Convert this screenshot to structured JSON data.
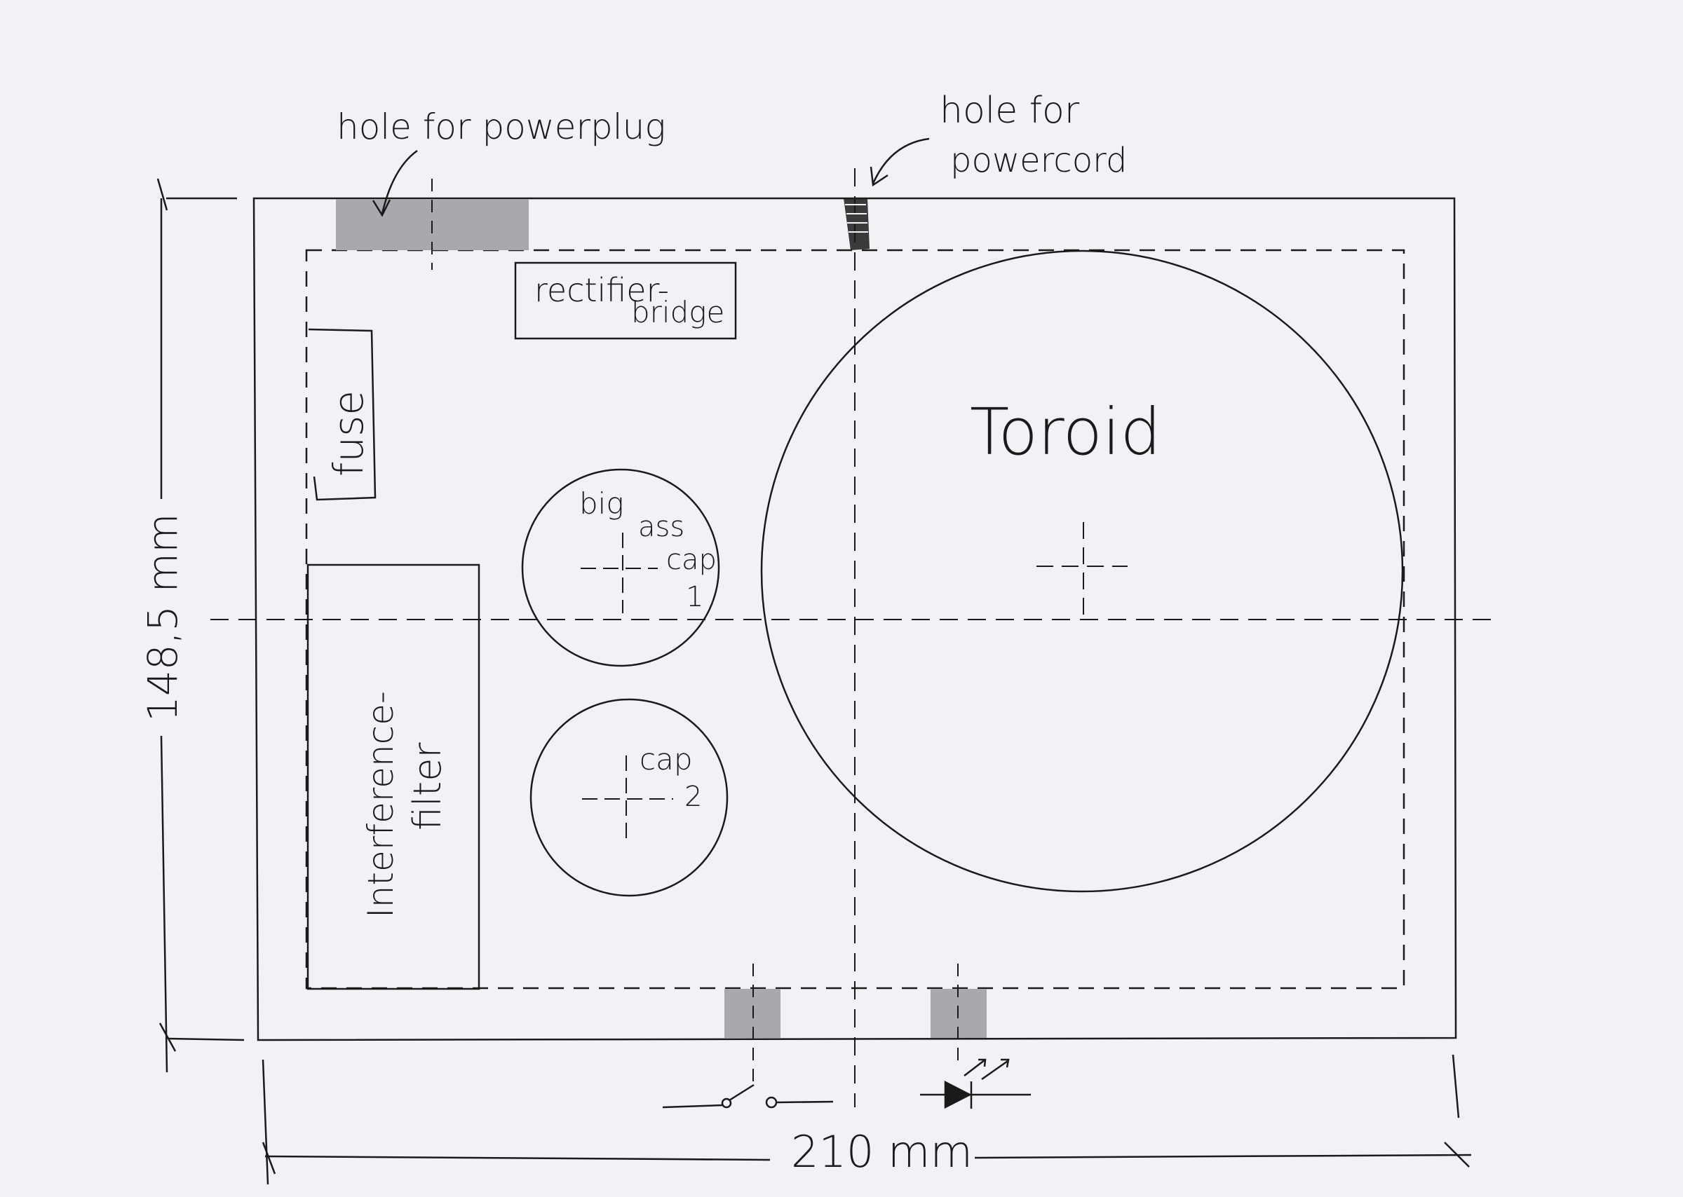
{
  "labels": {
    "hole_powerplug": "hole for powerplug",
    "hole_powercord_line1": "hole for",
    "hole_powercord_line2": "powercord",
    "rectifier_line1": "rectifier-",
    "rectifier_line2": "bridge",
    "fuse": "fuse",
    "toroid": "Toroid",
    "cap1_big": "big",
    "cap1_ass": "ass",
    "cap1_cap": "cap",
    "cap1_num": "1",
    "cap2_cap": "cap",
    "cap2_num": "2",
    "filter_line1": "Interference-",
    "filter_line2": "filter",
    "height_dim": "148,5 mm",
    "width_dim": "210 mm"
  },
  "colors": {
    "ink": "#1a1a1a",
    "cutout": "#a9a9ad",
    "paper": "#f2f2f6"
  }
}
